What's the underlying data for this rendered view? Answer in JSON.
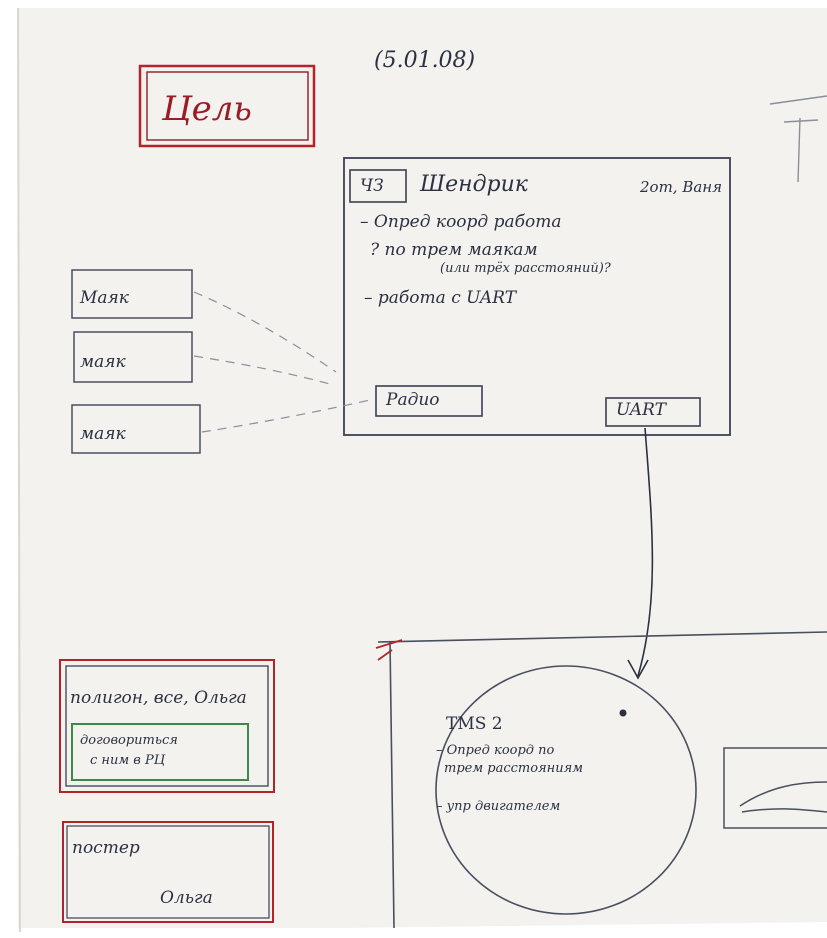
{
  "date": "(5.01.08)",
  "goal_label": "Цель",
  "task_box": {
    "tag": "ЧЗ",
    "title": "Шендрик",
    "owners": "2от, Ваня",
    "item_1": "– Опред коорд работа",
    "item_2": "? по трем маякам",
    "item_3": "(или трёх расстояний)?",
    "item_4": "– работа с UART",
    "radio_label": "Радио",
    "uart_label": "UART"
  },
  "beacons": [
    "Маяк",
    "маяк",
    "маяк"
  ],
  "polygon_box": {
    "title": "полигон, все, Ольга",
    "note_line_1": "договориться",
    "note_line_2": "с ним в РЦ"
  },
  "poster_box": {
    "title": "постер",
    "owner": "Ольга"
  },
  "tms_box": {
    "title": "TMS 2",
    "item_1": "– Опред коорд по",
    "item_2": "трем расстояниям",
    "item_3": "– упр двигателем"
  },
  "colors": {
    "paper": "#f2f1ee",
    "ink": "#2c3142",
    "red_ink": "#b2232a",
    "green_ink": "#3c8a4a"
  }
}
